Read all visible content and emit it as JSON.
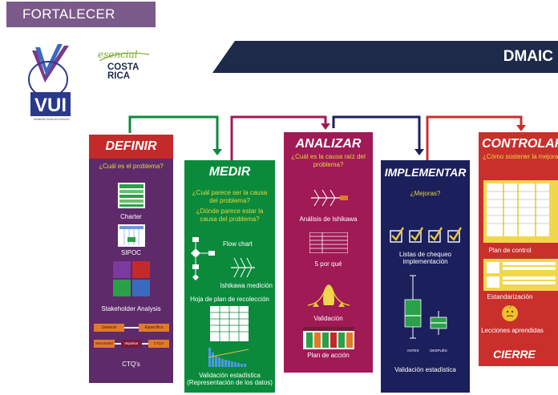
{
  "header": {
    "title": "FORTALECER",
    "banner": "DMAIC"
  },
  "logos": {
    "vui_text": "VUI",
    "vui_sub": "Ventanilla Única de Inversión",
    "esencial": "esencial",
    "costa": "COSTA",
    "rica": "RICA"
  },
  "colors": {
    "definir": "#5e2a6a",
    "medir": "#0b8a3c",
    "analizar": "#a01a55",
    "implementar": "#1b1f5c",
    "controlar": "#c9302c",
    "banner": "#1e2a4a"
  },
  "definir": {
    "title": "DEFINIR",
    "question": "¿Cuál es el problema?",
    "items": [
      "Charter",
      "SIPOC",
      "Stakeholder Analysis",
      "CTQ's"
    ],
    "ctq_boxes": [
      "General",
      "Específico",
      "Necesidad",
      "Impulsor",
      "CTQ's"
    ]
  },
  "medir": {
    "title": "MEDIR",
    "question1": "¿Cuál parece ser la causa del problema?",
    "question2": "¿Dónde parece estar la causa del problema?",
    "items": [
      "Flow chart",
      "Ishikawa medición",
      "Hoja de plan de recolección",
      "Validación estadística (Representación de los datos)"
    ]
  },
  "analizar": {
    "title": "ANALIZAR",
    "question": "¿Cuál es la causa raíz del problema?",
    "items": [
      "Análisis de Ishikawa",
      "5 por qué",
      "Validación",
      "Plan de acción"
    ]
  },
  "implementar": {
    "title": "IMPLEMENTAR",
    "question": "¿Mejoras?",
    "items": [
      "Listas de chequeo implementación",
      "Validación estadística"
    ],
    "box_labels": [
      "ANTES",
      "DESPUÉS"
    ]
  },
  "controlar": {
    "title": "CONTROLAR",
    "question": "¿Cómo sostener la mejora?",
    "items": [
      "Plan de control",
      "Estandarización",
      "Lecciones aprendidas"
    ],
    "footer": "CIERRE"
  }
}
